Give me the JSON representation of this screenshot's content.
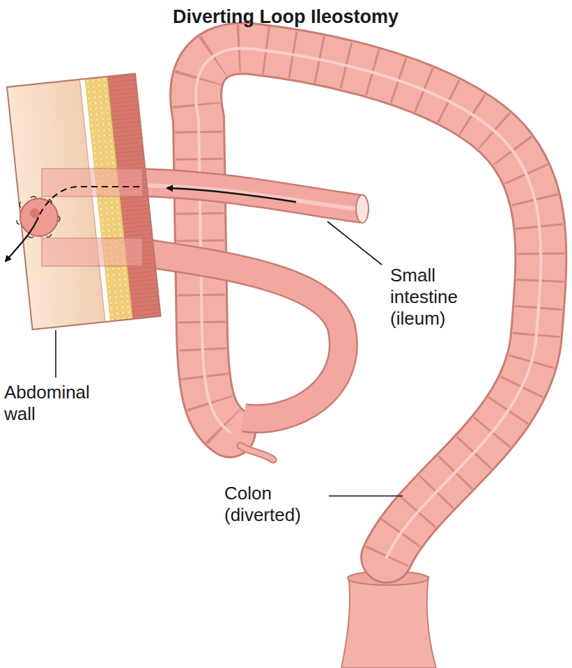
{
  "diagram": {
    "title": "Diverting Loop Ileostomy",
    "labels": [
      "Small intestine (ileum)",
      "Abdominal wall",
      "Colon (diverted)"
    ]
  }
}
